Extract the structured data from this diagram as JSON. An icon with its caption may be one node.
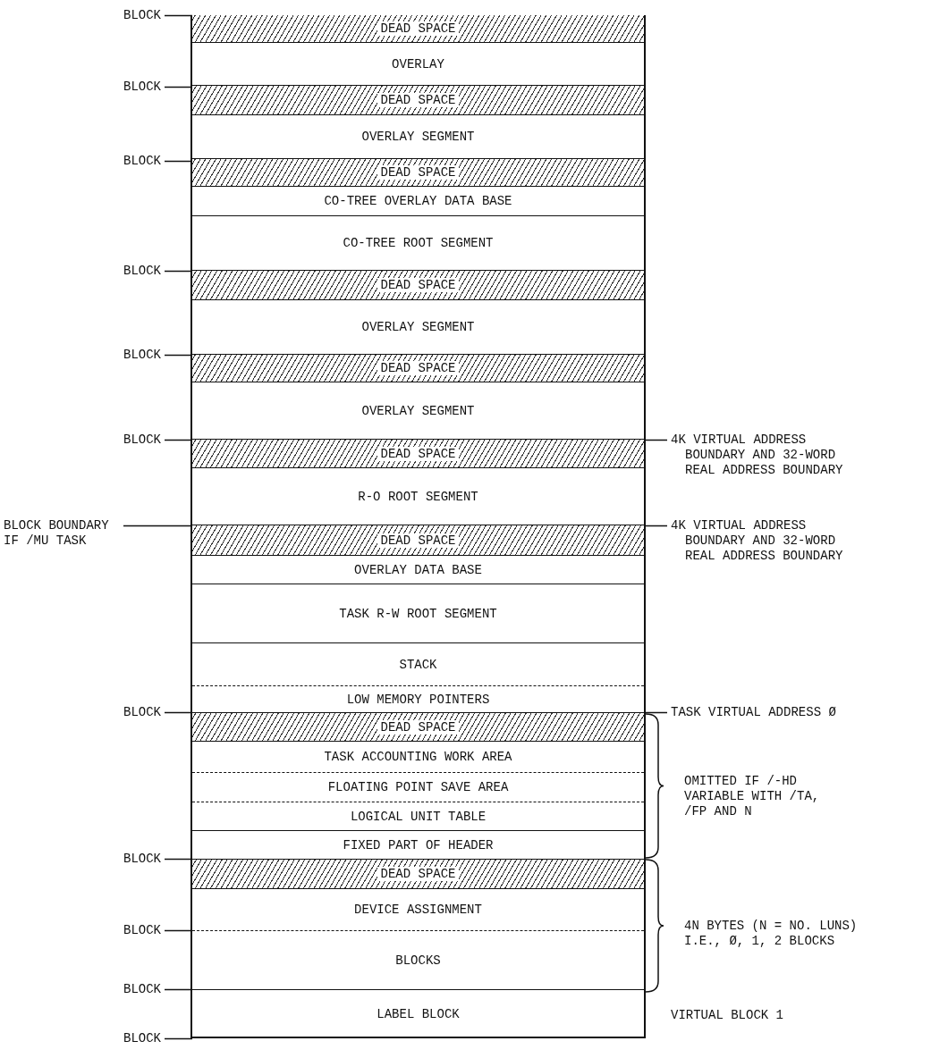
{
  "diagram": {
    "nodes": [
      {
        "text": [
          "DEAD SPACE"
        ]
      },
      {
        "text": [
          "OVERLAY"
        ]
      },
      {
        "text": [
          "DEAD SPACE"
        ]
      },
      {
        "text": [
          "OVERLAY SEGMENT"
        ]
      },
      {
        "text": [
          "DEAD SPACE"
        ]
      },
      {
        "text": [
          "CO-TREE OVERLAY DATA BASE"
        ]
      },
      {
        "text": [
          "CO-TREE ROOT SEGMENT"
        ]
      },
      {
        "text": [
          "DEAD SPACE"
        ]
      },
      {
        "text": [
          "OVERLAY SEGMENT"
        ]
      },
      {
        "text": [
          "DEAD SPACE"
        ]
      },
      {
        "text": [
          "OVERLAY SEGMENT"
        ]
      },
      {
        "text": [
          "DEAD SPACE"
        ]
      },
      {
        "text": [
          "R-O ROOT SEGMENT"
        ]
      },
      {
        "text": [
          "DEAD SPACE"
        ]
      },
      {
        "text": [
          "OVERLAY DATA BASE"
        ]
      },
      {
        "text": [
          "TASK R-W ROOT SEGMENT"
        ]
      },
      {
        "text": [
          "STACK"
        ]
      },
      {
        "text": [
          "LOW MEMORY POINTERS"
        ]
      },
      {
        "text": [
          "DEAD SPACE"
        ]
      },
      {
        "text": [
          "TASK ACCOUNTING WORK AREA"
        ]
      },
      {
        "text": [
          "FLOATING POINT SAVE AREA"
        ]
      },
      {
        "text": [
          "LOGICAL UNIT TABLE"
        ]
      },
      {
        "text": [
          "FIXED PART OF HEADER"
        ]
      },
      {
        "text": [
          "DEAD SPACE"
        ]
      },
      {
        "text": [
          "DEVICE ASSIGNMENT"
        ]
      },
      {
        "text": [
          "BLOCKS"
        ]
      },
      {
        "text": [
          "LABEL BLOCK"
        ]
      },
      {
        "text": [
          "BLOCK"
        ]
      },
      {
        "text": [
          "BLOCK"
        ]
      },
      {
        "text": [
          "BLOCK"
        ]
      },
      {
        "text": [
          "BLOCK"
        ]
      },
      {
        "text": [
          "BLOCK"
        ]
      },
      {
        "text": [
          "BLOCK"
        ]
      },
      {
        "text": [
          "BLOCK BOUNDARY IF /MU TASK"
        ]
      },
      {
        "text": [
          "BLOCK"
        ]
      },
      {
        "text": [
          "BLOCK"
        ]
      },
      {
        "text": [
          "BLOCK"
        ]
      },
      {
        "text": [
          "BLOCK"
        ]
      },
      {
        "text": [
          "BLOCK"
        ]
      },
      {
        "text": [
          "4K VIRTUAL ADDRESS BOUNDARY AND 32-WORD REAL ADDRESS BOUNDARY"
        ]
      },
      {
        "text": [
          "4K VIRTUAL ADDRESS BOUNDARY AND 32-WORD REAL ADDRESS BOUNDARY"
        ]
      },
      {
        "text": [
          "TASK VIRTUAL ADDRESS Ø"
        ]
      }
    ],
    "edges": [
      {
        "from": 27,
        "to": 0,
        "arrow": "none"
      },
      {
        "from": 28,
        "to": 2,
        "arrow": "none"
      },
      {
        "from": 29,
        "to": 4,
        "arrow": "none"
      },
      {
        "from": 30,
        "to": 7,
        "arrow": "none"
      },
      {
        "from": 31,
        "to": 9,
        "arrow": "none"
      },
      {
        "from": 32,
        "to": 11,
        "arrow": "none"
      },
      {
        "from": 33,
        "to": 13,
        "arrow": "none"
      },
      {
        "from": 34,
        "to": 17,
        "arrow": "none"
      },
      {
        "from": 35,
        "to": 22,
        "arrow": "none"
      },
      {
        "from": 36,
        "to": 24,
        "arrow": "none"
      },
      {
        "from": 37,
        "to": 25,
        "arrow": "none"
      },
      {
        "from": 38,
        "to": 26,
        "arrow": "none"
      },
      {
        "from": 39,
        "to": 11,
        "arrow": "none"
      },
      {
        "from": 40,
        "to": 13,
        "arrow": "none"
      },
      {
        "from": 41,
        "to": 17,
        "arrow": "none"
      }
    ],
    "labels": [
      "OMITTED IF /-HD VARIABLE WITH /TA, /FP AND N",
      "4N BYTES (N = NO. LUNS) I.E., Ø, 1, 2 BLOCKS",
      "VIRTUAL BLOCK 1"
    ]
  }
}
